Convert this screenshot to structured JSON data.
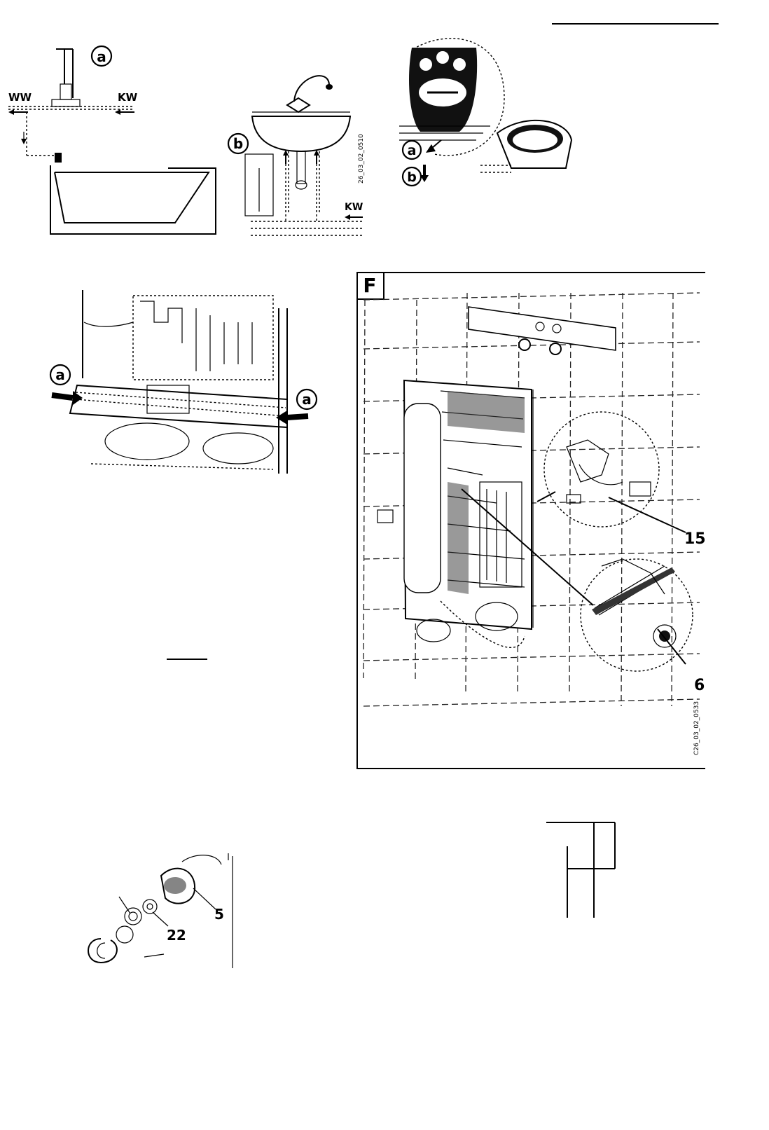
{
  "top_rule": true,
  "fig_bath": {
    "badge_a": "a",
    "label_ww": "WW",
    "label_kw": "KW"
  },
  "fig_sink": {
    "badge_b": "b",
    "label_kw": "KW",
    "code": "26_03_02_0510"
  },
  "fig_cover": {
    "badge_a": "a",
    "badge_b": "b"
  },
  "fig_bracket": {
    "badge_left": "a",
    "badge_right": "a"
  },
  "fig_f": {
    "panel_label": "F",
    "callout_15": "15",
    "callout_6": "6",
    "code": "C26_03_02_0533"
  },
  "fig_parts": {
    "callout_5": "5",
    "callout_22": "22"
  }
}
